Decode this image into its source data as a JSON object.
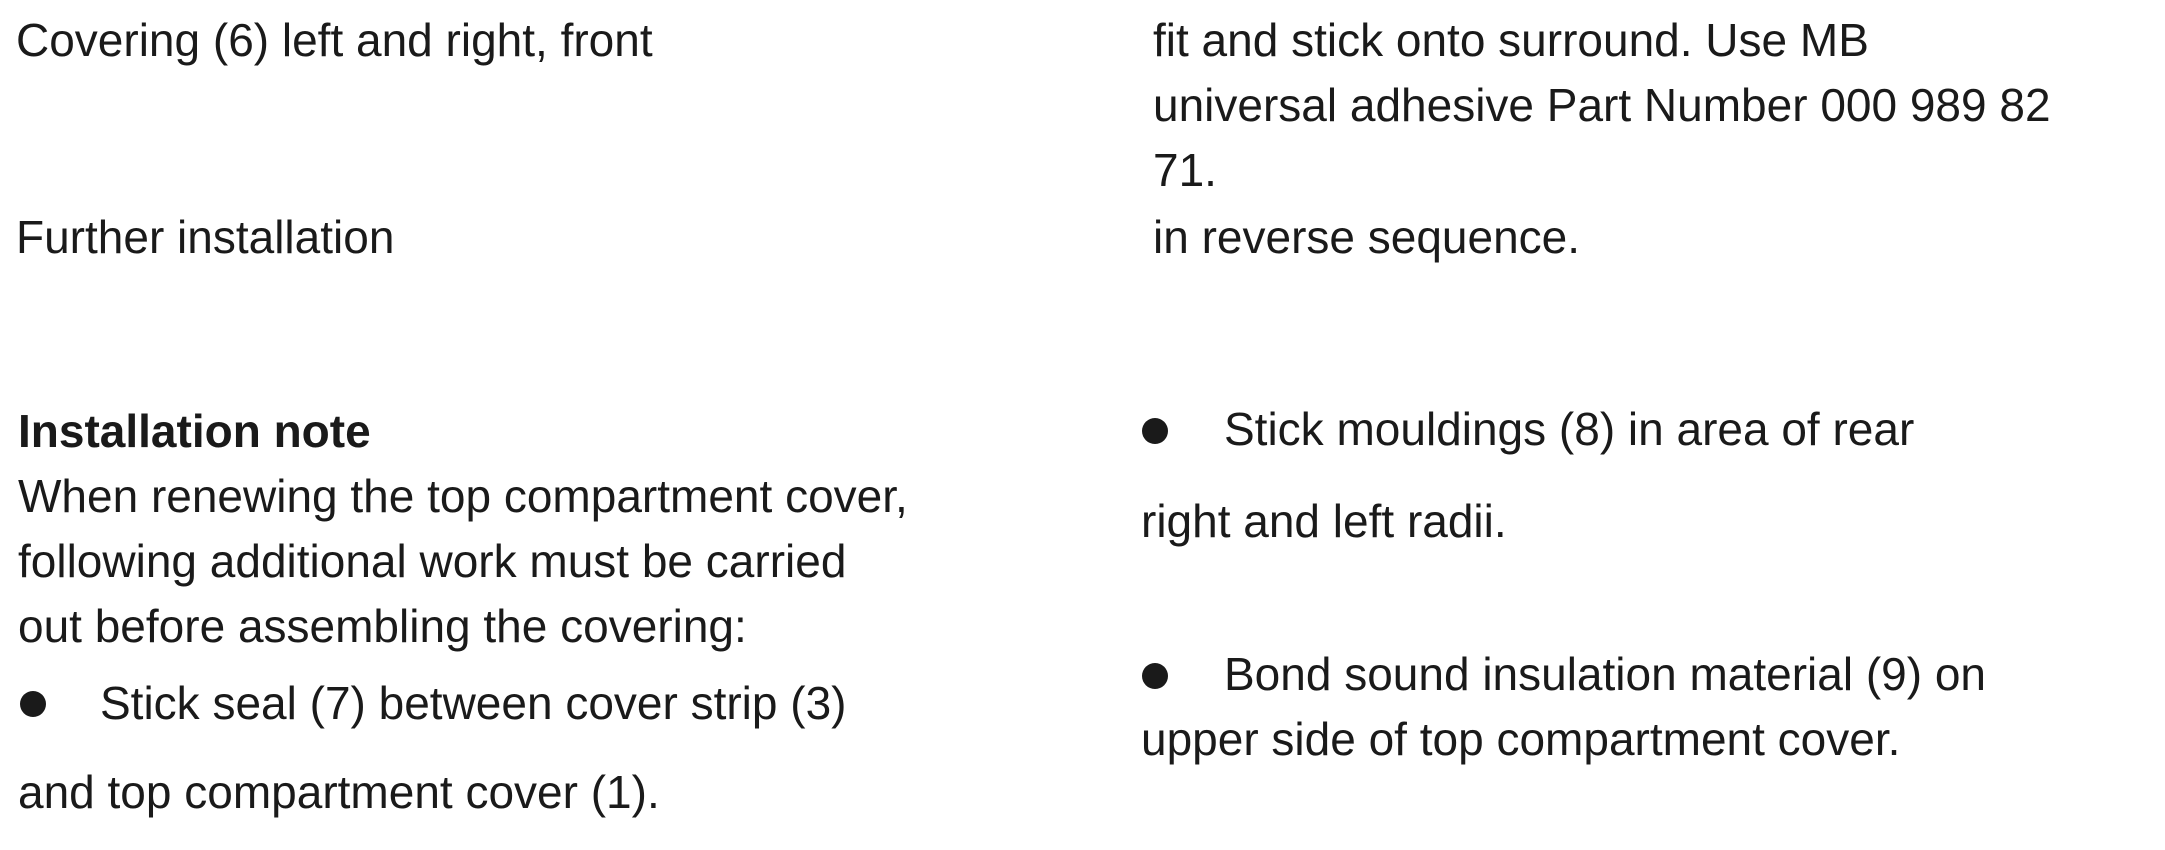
{
  "step_covering": {
    "label": "Covering (6) left and right, front",
    "instruction_lines": [
      "fit and stick onto surround. Use MB",
      "universal adhesive Part Number 000 989 82",
      "71."
    ]
  },
  "step_further": {
    "label": "Further installation",
    "instruction": "in reverse sequence."
  },
  "installation_note": {
    "heading": "Installation note",
    "lines": [
      "When renewing the top compartment cover,",
      "following additional work must be carried",
      "out before assembling the covering:"
    ]
  },
  "bullets": [
    {
      "text": "Stick seal (7) between cover strip (3)",
      "continuation": "and top compartment cover (1)."
    },
    {
      "text": "Stick mouldings (8) in area of rear",
      "continuation": "right and left radii."
    },
    {
      "text": "Bond sound insulation material (9) on",
      "continuation": "upper side of top compartment cover."
    }
  ]
}
